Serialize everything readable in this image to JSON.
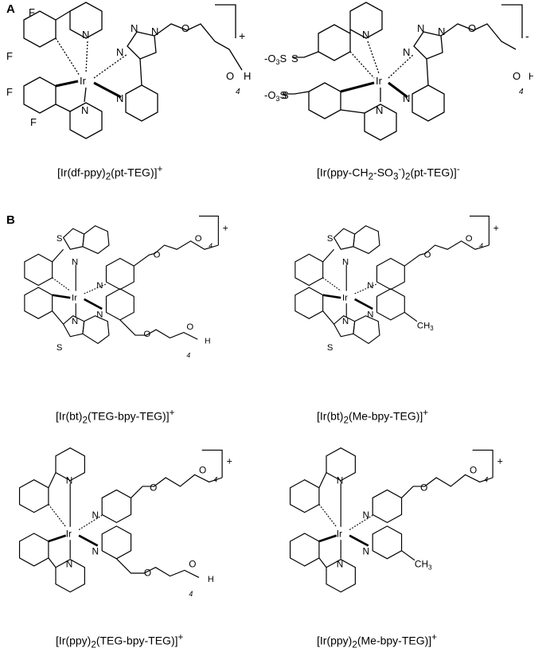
{
  "panels": {
    "a": "A",
    "b": "B"
  },
  "atoms": {
    "ir": "Ir",
    "n": "N",
    "s": "S",
    "o": "O",
    "f": "F",
    "h": "H",
    "so3": "O3S",
    "ch3": "CH3",
    "rep": "4",
    "charge_pos": "+",
    "charge_neg": "-"
  },
  "captions": {
    "c1": {
      "pre": "[Ir(df-ppy)",
      "s1": "2",
      "mid": "(pt-TEG)]",
      "sup": "+"
    },
    "c2": {
      "pre": "[Ir(ppy-CH",
      "s1": "2",
      "m1": "-SO",
      "s2": "3",
      "sup1": "-",
      "m2": ")",
      "s3": "2",
      "m3": "(pt-TEG)]",
      "sup2": "-"
    },
    "c3": {
      "pre": "[Ir(bt)",
      "s1": "2",
      "mid": "(TEG-bpy-TEG)]",
      "sup": "+"
    },
    "c4": {
      "pre": "[Ir(bt)",
      "s1": "2",
      "mid": "(Me-bpy-TEG)]",
      "sup": "+"
    },
    "c5": {
      "pre": "[Ir(ppy)",
      "s1": "2",
      "mid": "(TEG-bpy-TEG)]",
      "sup": "+"
    },
    "c6": {
      "pre": "[Ir(ppy)",
      "s1": "2",
      "mid": "(Me-bpy-TEG)]",
      "sup": "+"
    }
  }
}
